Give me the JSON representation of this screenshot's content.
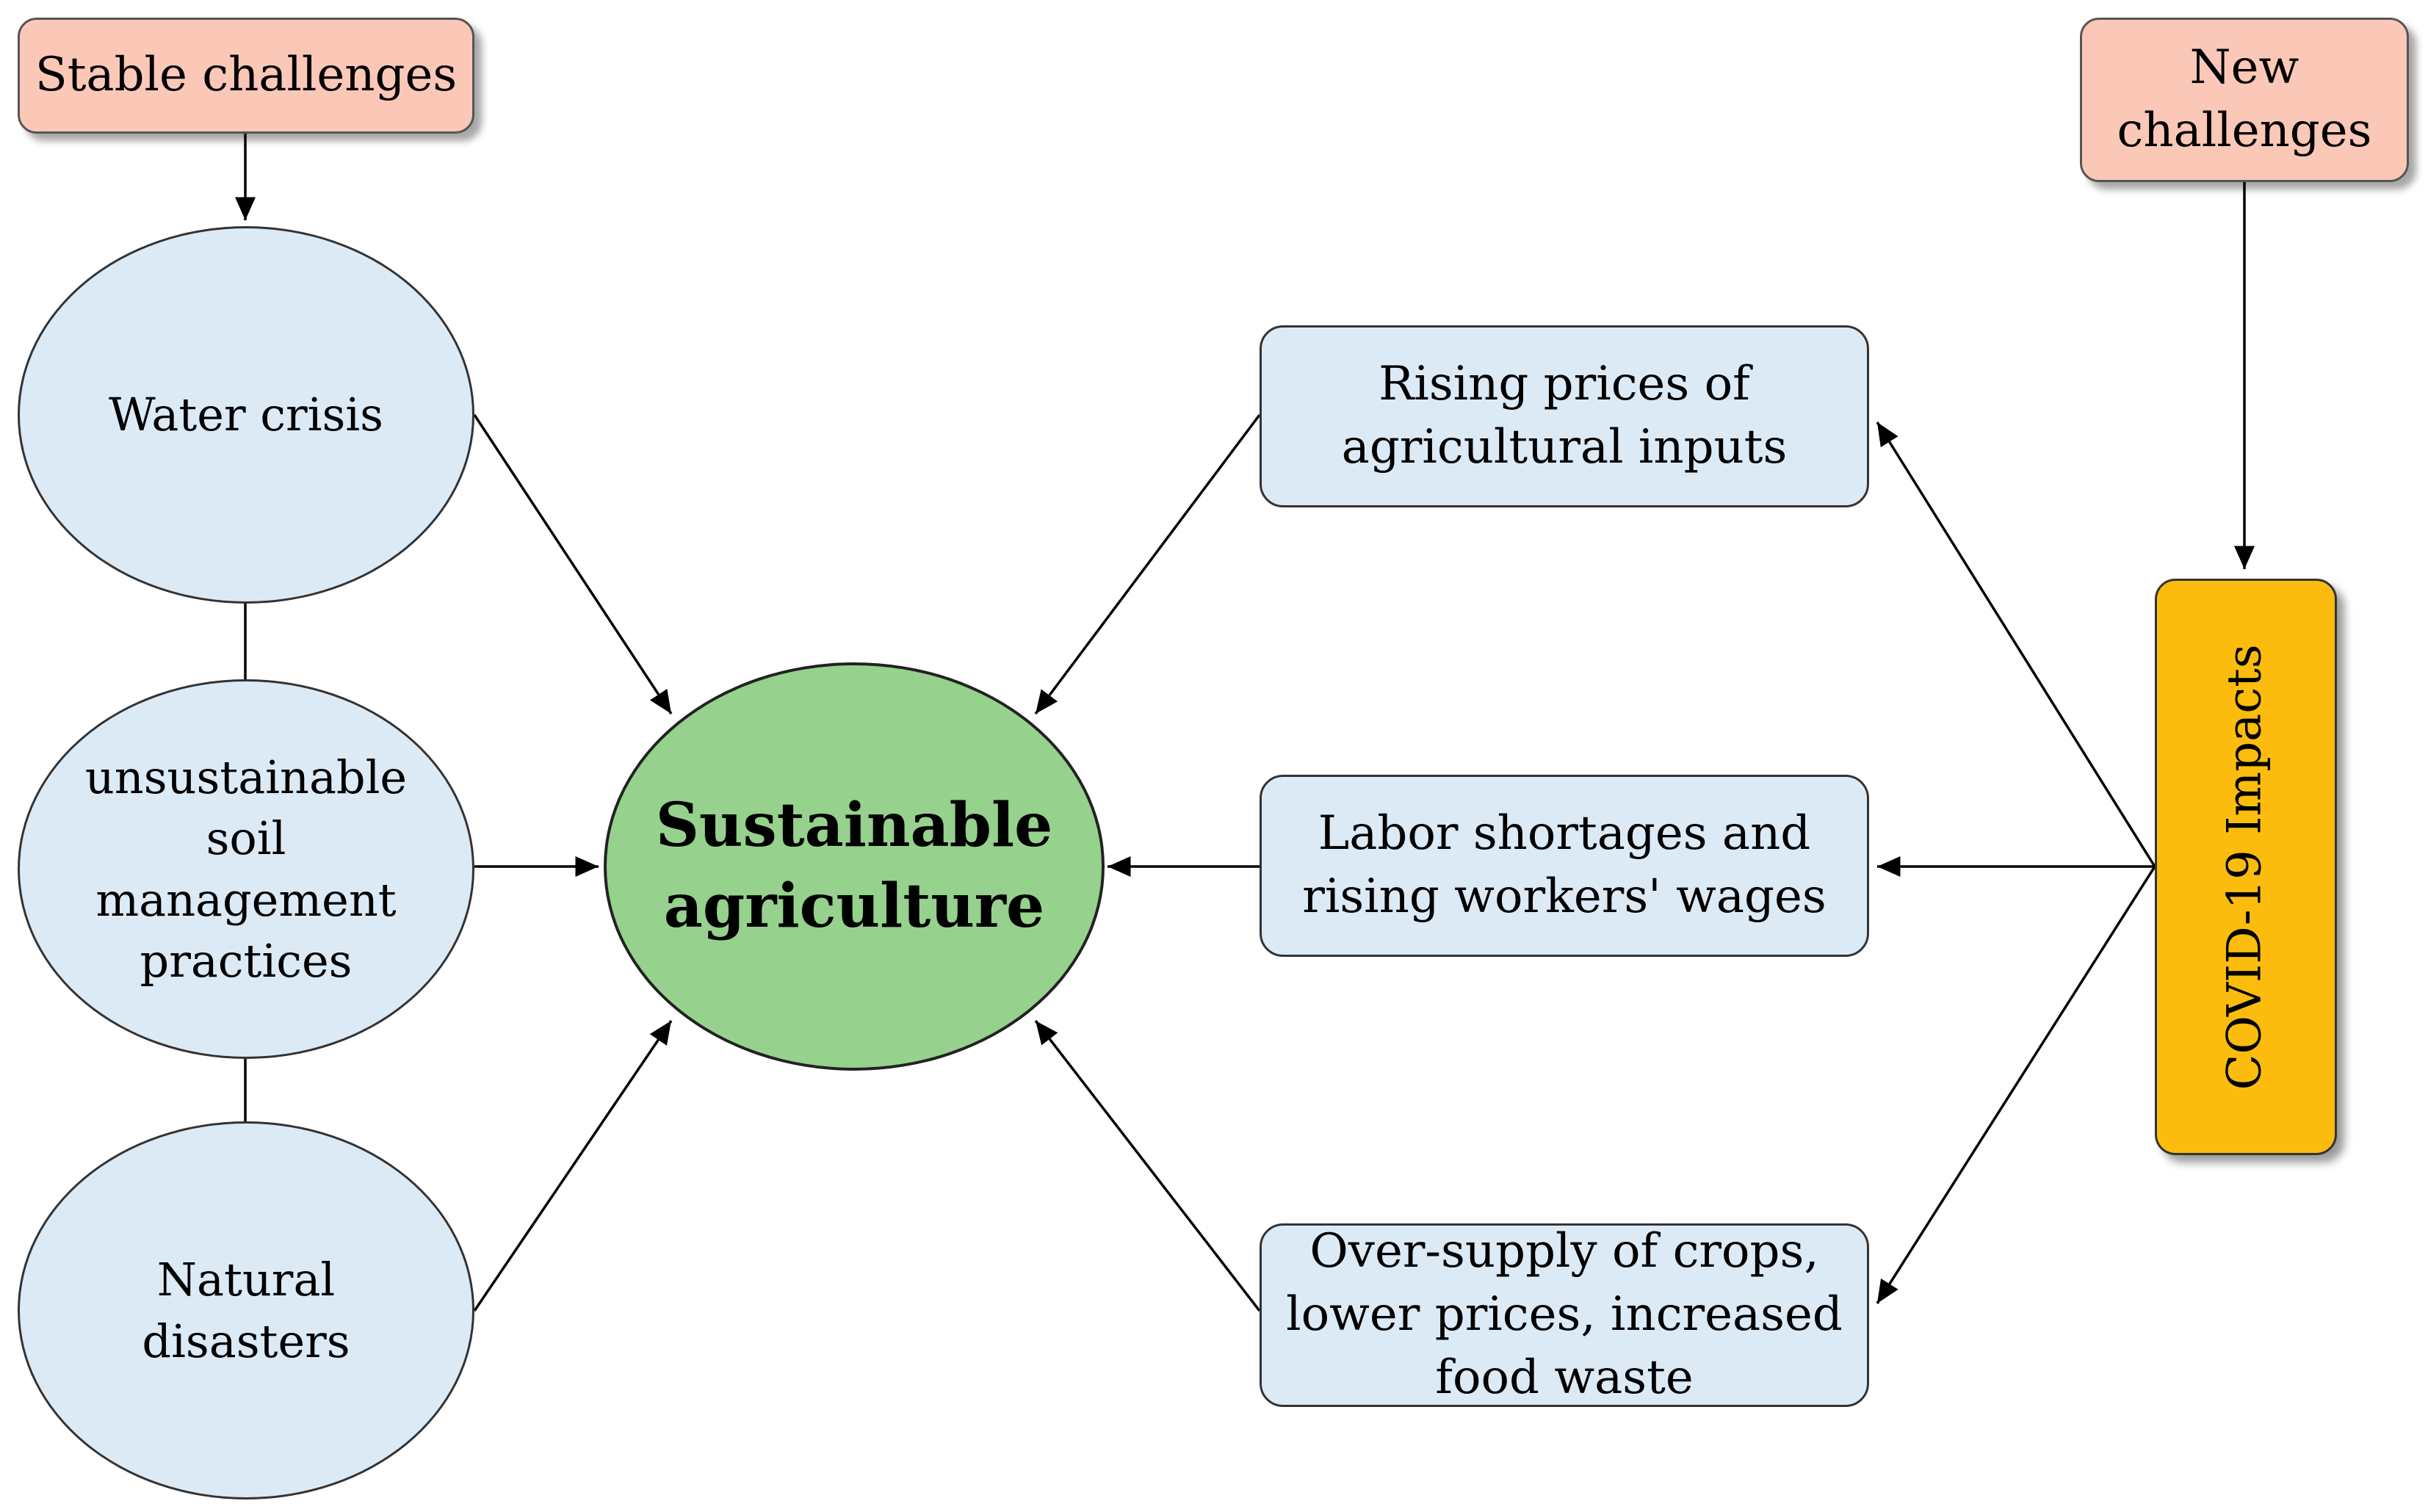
{
  "nodes": {
    "stable_challenges": "Stable challenges",
    "new_challenges": "New\nchallenges",
    "water_crisis": "Water crisis",
    "soil_practices": "unsustainable\nsoil\nmanagement\npractices",
    "natural_disasters": "Natural\ndisasters",
    "sustainable_agriculture": "Sustainable\nagriculture",
    "rising_prices": "Rising prices of\nagricultural inputs",
    "labor_shortages": "Labor shortages and\nrising workers' wages",
    "over_supply": "Over-supply of crops,\nlower prices, increased\nfood waste",
    "covid_impacts": "COVID-19 Impacts"
  },
  "colors": {
    "challenge_box": "#fbc8b8",
    "factor_fill": "#dceaf6",
    "center_fill": "#96d18d",
    "covid_fill": "#fbbc0d"
  }
}
